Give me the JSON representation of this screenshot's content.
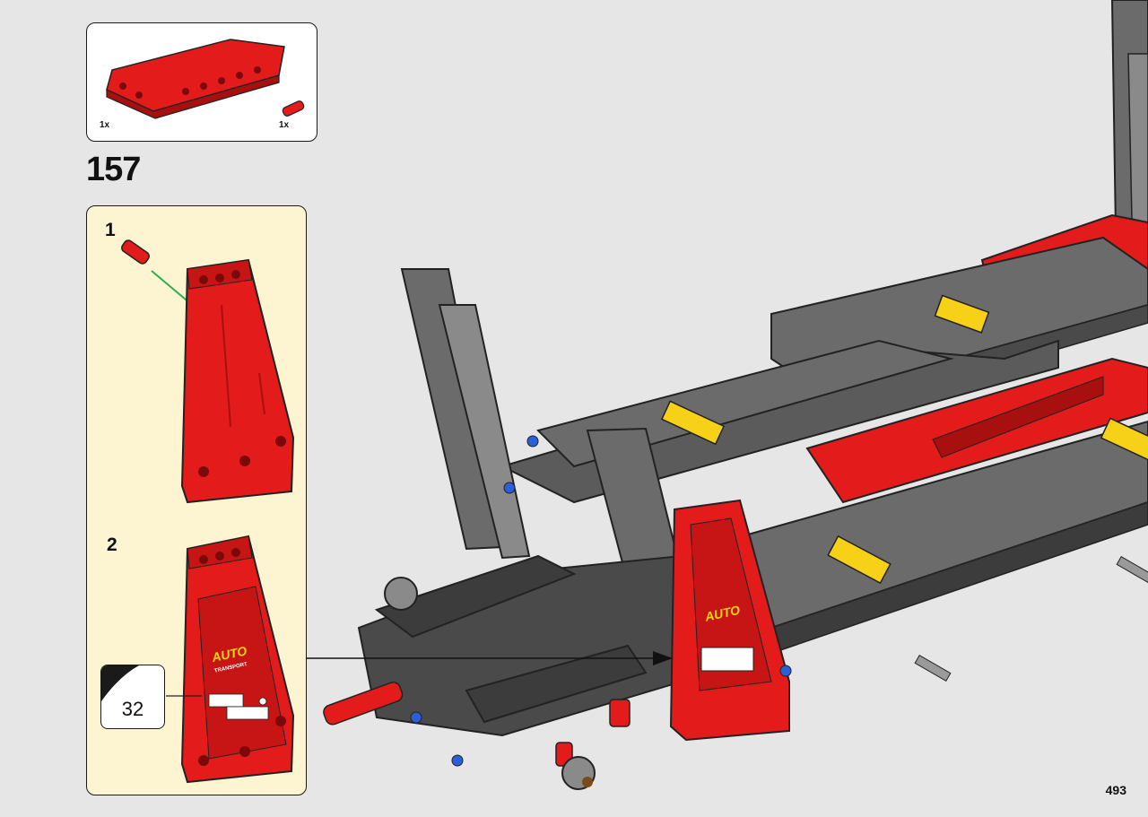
{
  "step": {
    "number": "157",
    "page_number": "493"
  },
  "parts_list": [
    {
      "name": "red-technic-panel",
      "qty": "1x",
      "color": "#e41b1b"
    },
    {
      "name": "red-technic-pin",
      "qty": "1x",
      "color": "#e41b1b"
    }
  ],
  "substeps": [
    {
      "label": "1"
    },
    {
      "label": "2"
    }
  ],
  "sticker": {
    "number": "32"
  },
  "decals": {
    "logo_main": "AUTO",
    "logo_sub": "TRANSPORT"
  },
  "colors": {
    "red": "#e41b1b",
    "dark_red": "#a80f0f",
    "gray": "#6b6b6b",
    "dark_gray": "#3c3c3c",
    "yellow": "#f7d117",
    "guide_green": "#2fae4e",
    "panel_bg": "#fdf4d2"
  }
}
